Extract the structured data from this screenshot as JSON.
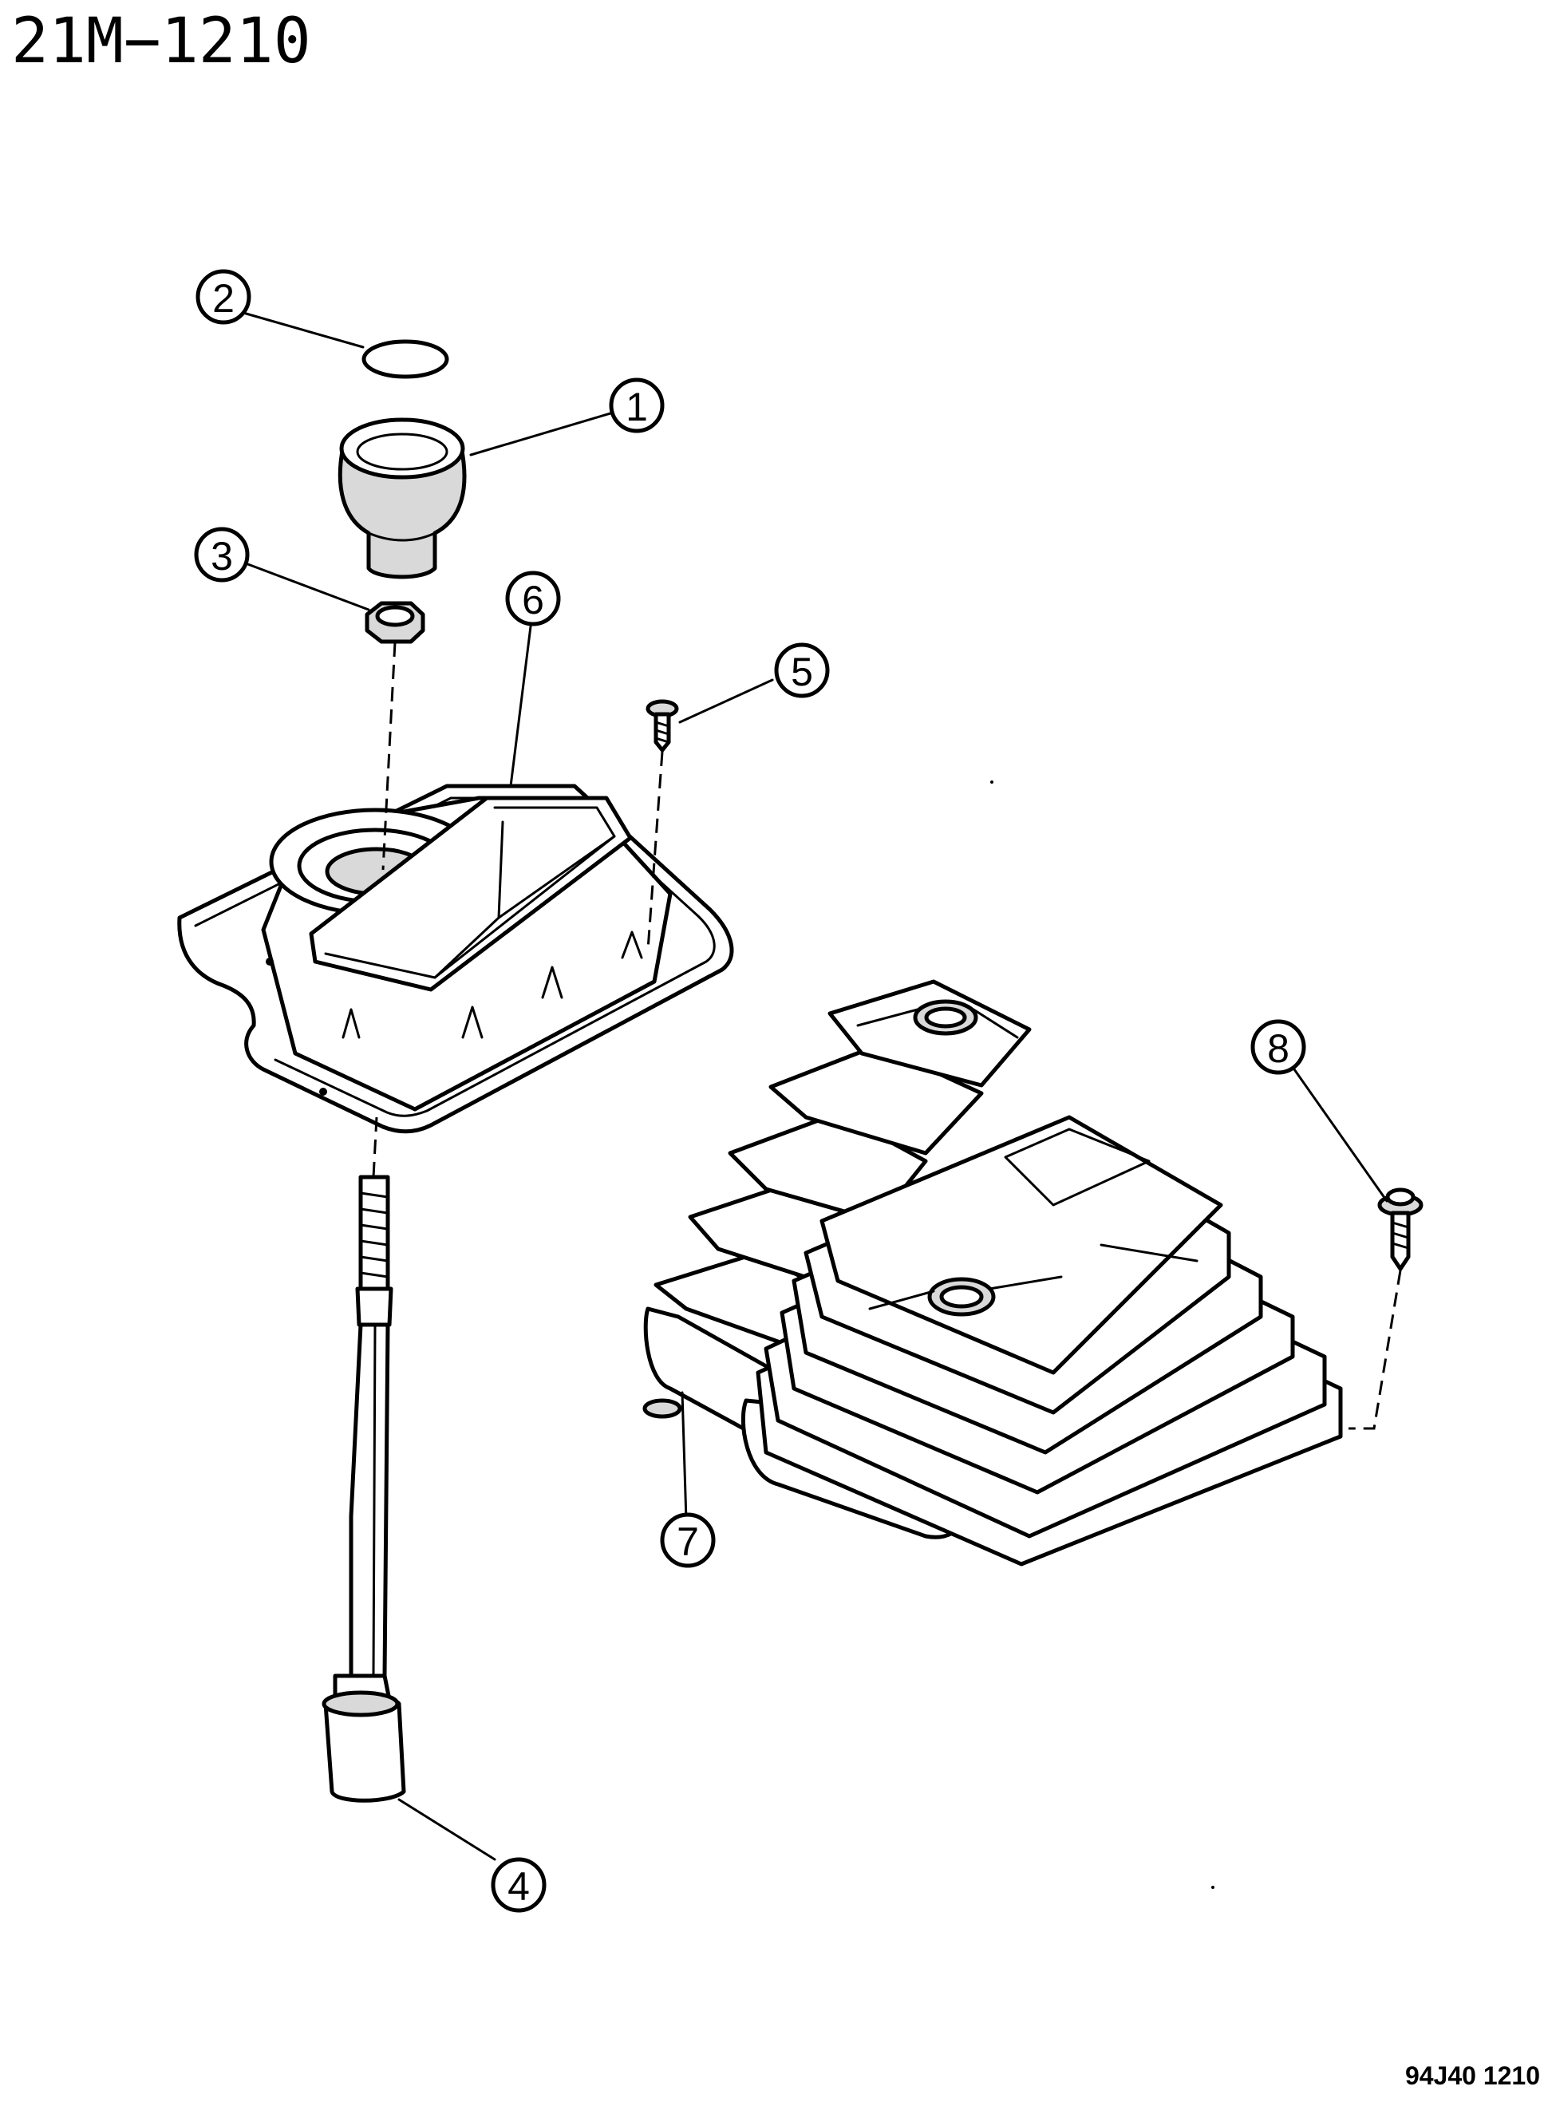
{
  "header": {
    "figure_number": "21M−1210"
  },
  "footer": {
    "drawing_code": "94J40  1210"
  },
  "callouts": [
    {
      "id": "1",
      "label": "1"
    },
    {
      "id": "2",
      "label": "2"
    },
    {
      "id": "3",
      "label": "3"
    },
    {
      "id": "4",
      "label": "4"
    },
    {
      "id": "5",
      "label": "5"
    },
    {
      "id": "6",
      "label": "6"
    },
    {
      "id": "7",
      "label": "7"
    },
    {
      "id": "8",
      "label": "8"
    }
  ]
}
